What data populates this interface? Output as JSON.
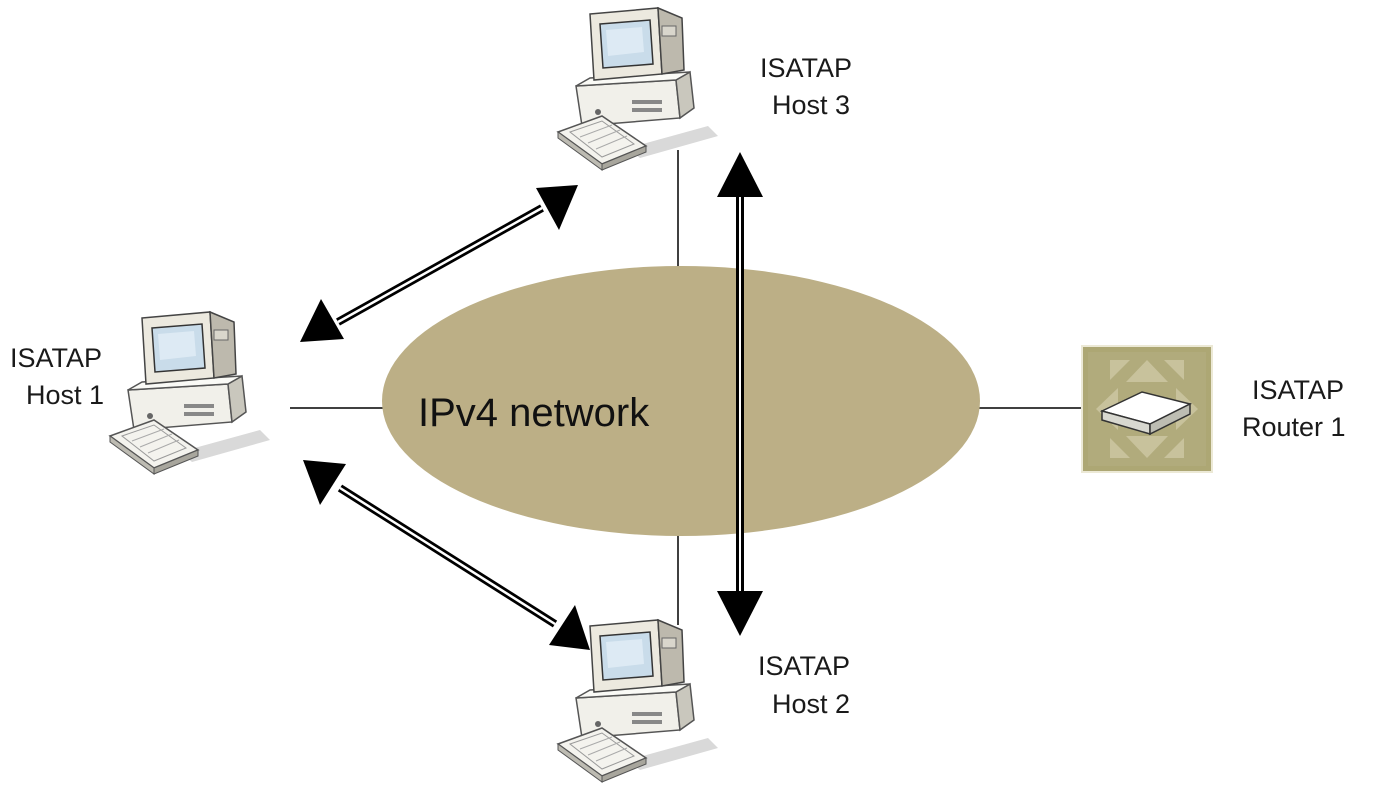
{
  "diagram": {
    "network": {
      "label": "IPv4 network",
      "fill": "#bcaf86"
    },
    "hosts": {
      "host1": {
        "line1": "ISATAP",
        "line2": "Host 1"
      },
      "host2": {
        "line1": "ISATAP",
        "line2": "Host 2"
      },
      "host3": {
        "line1": "ISATAP",
        "line2": "Host 3"
      }
    },
    "router": {
      "line1": "ISATAP",
      "line2": "Router 1",
      "tile_color": "#ada774"
    },
    "icons": {
      "computer": "desktop-computer-icon",
      "router": "router-icon"
    },
    "colors": {
      "link_line": "#000000",
      "arrow": "#000000",
      "computer_body": "#f1f0ea",
      "screen": "#c9dcea"
    }
  }
}
